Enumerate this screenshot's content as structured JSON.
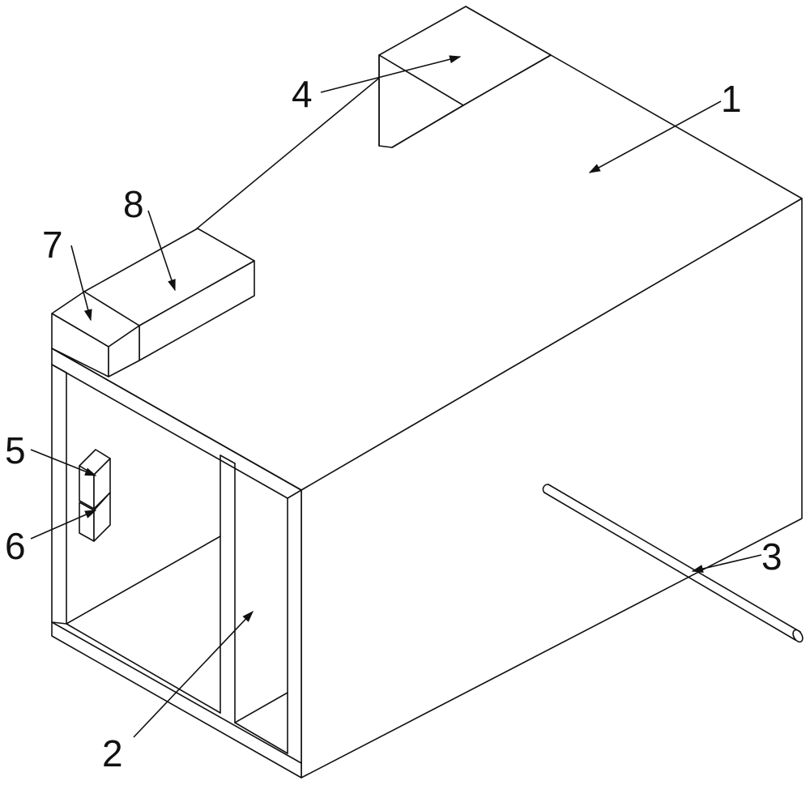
{
  "colors": {
    "line": "#111111",
    "background": "#ffffff"
  },
  "labels": {
    "l1": "1",
    "l2": "2",
    "l3": "3",
    "l4": "4",
    "l5": "5",
    "l6": "6",
    "l7": "7",
    "l8": "8"
  }
}
